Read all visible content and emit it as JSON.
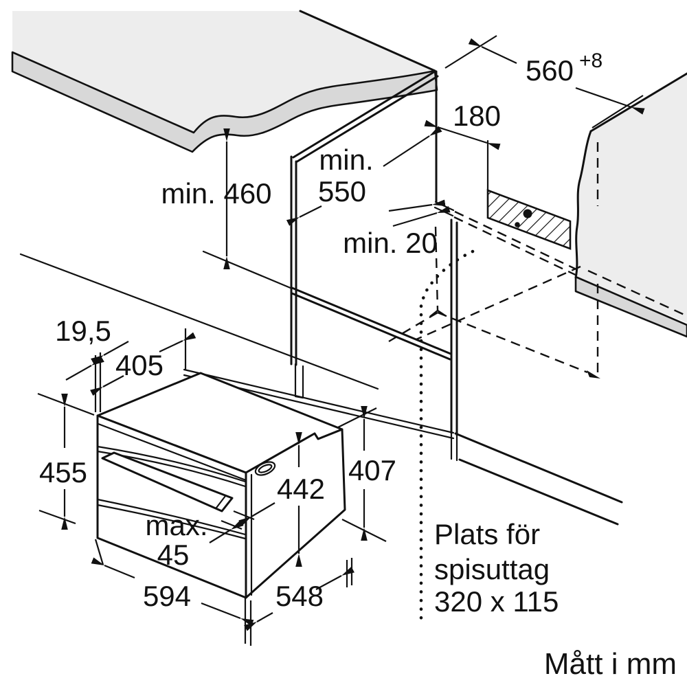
{
  "diagram": {
    "labels": {
      "niche_width": "560",
      "niche_width_tol": "+8",
      "gap_right": "180",
      "niche_depth_line1": "min.",
      "niche_depth_line2": "550",
      "niche_height": "min. 460",
      "rear_clearance": "min. 20",
      "front_overhang": "19,5",
      "top_depth": "405",
      "front_height": "455",
      "housing_height": "442",
      "rear_height": "407",
      "door_max_label": "max.",
      "door_max_value": "45",
      "oven_width": "594",
      "oven_depth": "548",
      "socket_note_line1": "Plats för",
      "socket_note_line2": "spisuttag",
      "socket_note_line3": "320 x 115",
      "units_note": "Mått i mm"
    },
    "colors": {
      "line": "#111111",
      "surface": "#ededed",
      "shade": "#d8d8d8",
      "bg": "#ffffff"
    }
  }
}
